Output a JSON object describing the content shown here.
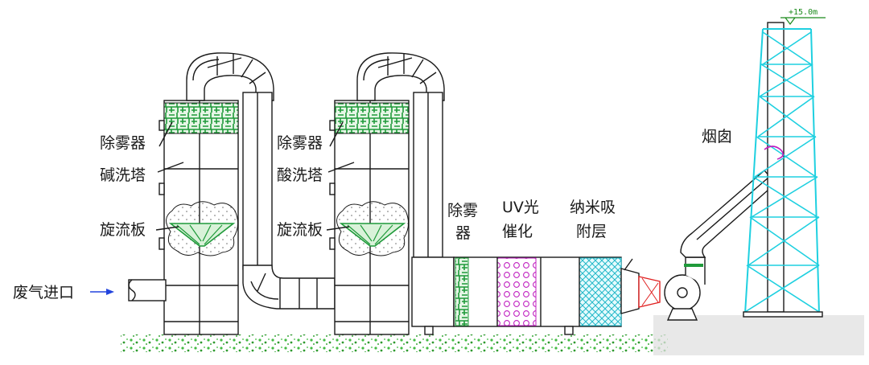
{
  "labels": {
    "demister_1": "除雾器",
    "alkali_tower": "碱洗塔",
    "swirl_plate_1": "旋流板",
    "demister_2": "除雾器",
    "acid_tower": "酸洗塔",
    "swirl_plate_2": "旋流板",
    "inlet": "废气进口",
    "demister_3_line1": "除雾",
    "demister_3_line2": "器",
    "uv_line1": "UV光",
    "uv_line2": "催化",
    "nano_line1": "纳米吸",
    "nano_line2": "附层",
    "chimney": "烟囱",
    "elevation": "+15.0m"
  },
  "colors": {
    "line": "#1a1a1a",
    "demister_green": "#1f9a3a",
    "uv_magenta": "#c020c0",
    "nano_cyan": "#22b8c8",
    "tower_cyan": "#1fd0e0",
    "fan_red": "#e02020",
    "ground_green": "#44bb44",
    "arrow_blue": "#2244dd"
  }
}
